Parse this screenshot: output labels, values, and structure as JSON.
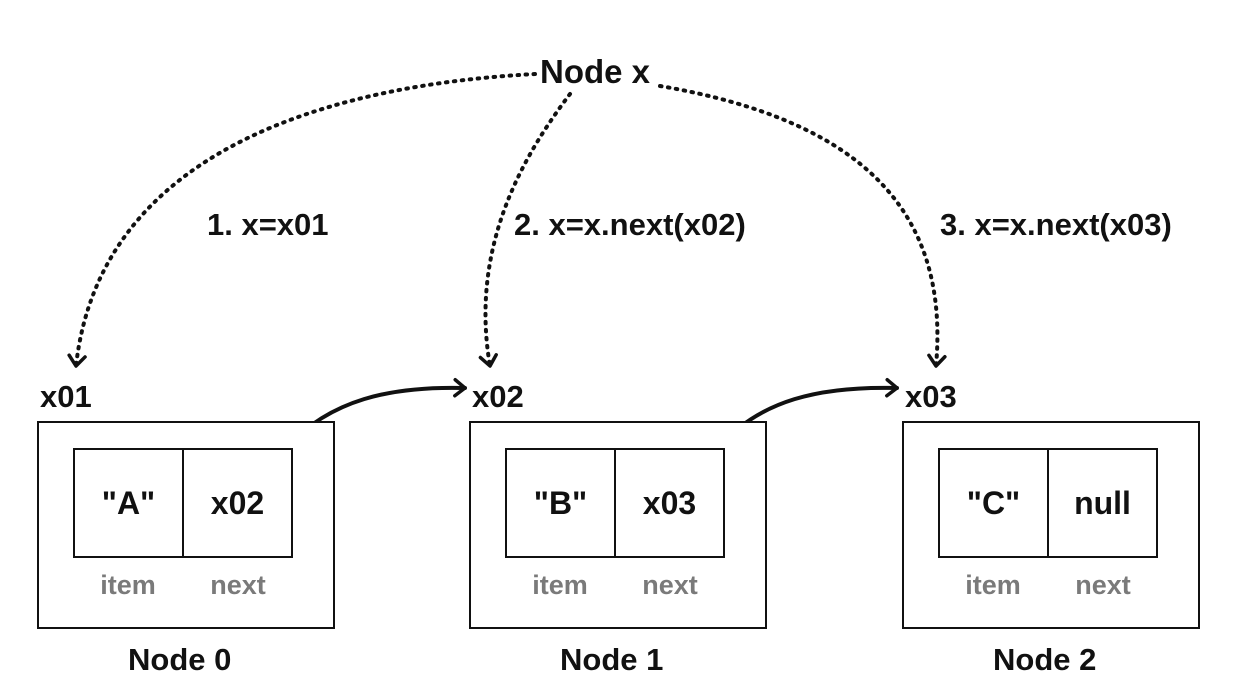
{
  "title": "Node x",
  "steps": [
    {
      "label": "1. x=x01"
    },
    {
      "label": "2. x=x.next(x02)"
    },
    {
      "label": "3. x=x.next(x03)"
    }
  ],
  "nodes": [
    {
      "name": "Node 0",
      "address": "x01",
      "item": "\"A\"",
      "next": "x02",
      "item_field": "item",
      "next_field": "next"
    },
    {
      "name": "Node 1",
      "address": "x02",
      "item": "\"B\"",
      "next": "x03",
      "item_field": "item",
      "next_field": "next"
    },
    {
      "name": "Node 2",
      "address": "x03",
      "item": "\"C\"",
      "next": "null",
      "item_field": "item",
      "next_field": "next"
    }
  ],
  "colors": {
    "line": "#111111",
    "field_label": "#7a7a7a",
    "background": "#ffffff"
  }
}
